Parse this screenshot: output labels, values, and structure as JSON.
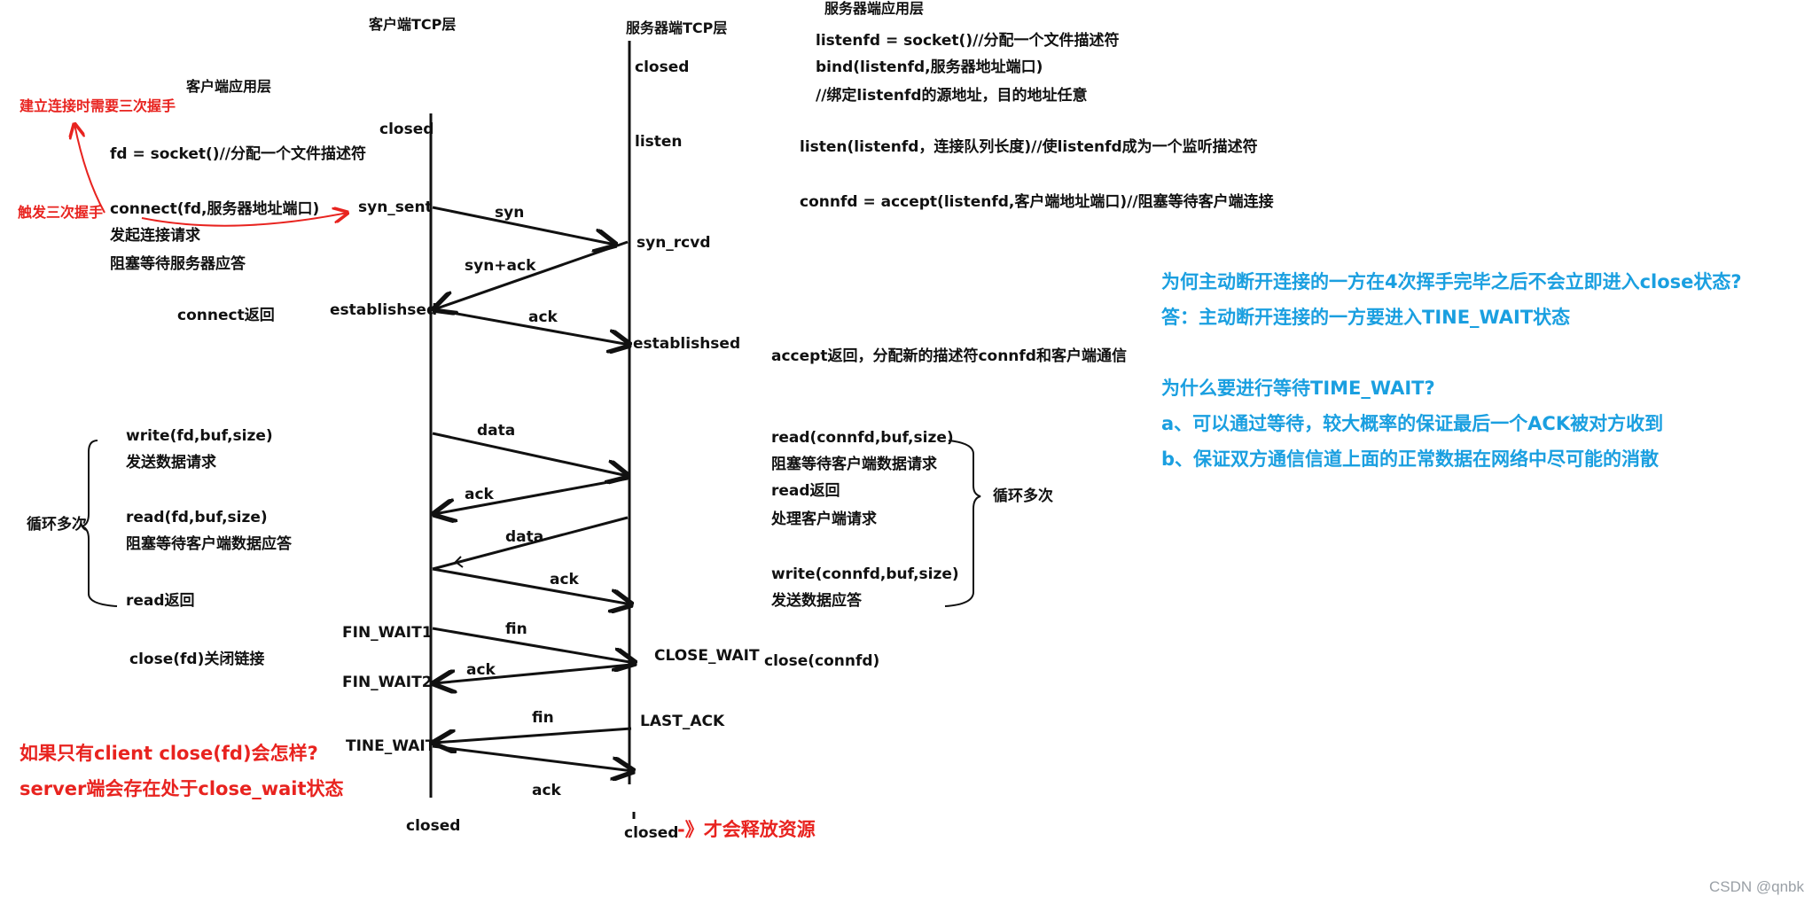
{
  "headers": {
    "client_tcp": "客户端TCP层",
    "server_tcp": "服务器端TCP层",
    "server_app": "服务器端应用层",
    "client_app": "客户端应用层"
  },
  "client_code": {
    "socket": "fd = socket()//分配一个文件描述符",
    "connect": "connect(fd,服务器地址端口)",
    "connect_note1": "发起连接请求",
    "connect_note2": "阻塞等待服务器应答",
    "connect_return": "connect返回",
    "write": "write(fd,buf,size)",
    "write_note": "发送数据请求",
    "read": "read(fd,buf,size)",
    "read_note": "阻塞等待客户端数据应答",
    "read_return": "read返回",
    "loop": "循环多次",
    "close": "close(fd)关闭链接"
  },
  "server_code": {
    "socket": "listenfd = socket()//分配一个文件描述符",
    "bind": "bind(listenfd,服务器地址端口)",
    "bind_note": "//绑定listenfd的源地址，目的地址任意",
    "listen": "listen(listenfd，连接队列长度)//使listenfd成为一个监听描述符",
    "accept": "connfd = accept(listenfd,客户端地址端口)//阻塞等待客户端连接",
    "accept_return": "accept返回，分配新的描述符connfd和客户端通信",
    "read": "read(connfd,buf,size)",
    "read_note": "阻塞等待客户端数据请求",
    "read_return": "read返回",
    "process": "处理客户端请求",
    "write": "write(connfd,buf,size)",
    "write_note": "发送数据应答",
    "loop": "循环多次",
    "close": "close(connfd)"
  },
  "client_states": {
    "closed_top": "closed",
    "syn_sent": "syn_sent",
    "established": "establishsed",
    "fin_wait1": "FIN_WAIT1",
    "fin_wait2": "FIN_WAIT2",
    "time_wait": "TINE_WAIT",
    "closed_bottom": "closed"
  },
  "server_states": {
    "closed_top": "closed",
    "listen": "listen",
    "syn_rcvd": "syn_rcvd",
    "established": "establishsed",
    "close_wait": "CLOSE_WAIT",
    "last_ack": "LAST_ACK",
    "closed_bottom": "closed"
  },
  "messages": {
    "syn": "syn",
    "syn_ack": "syn+ack",
    "ack1": "ack",
    "data1": "data",
    "ack2": "ack",
    "data2": "data",
    "ack3": "ack",
    "fin1": "fin",
    "ack4": "ack",
    "fin2": "fin",
    "ack5": "ack"
  },
  "annotations": {
    "three_way": "建立连接时需要三次握手",
    "trigger": "触发三次握手",
    "question_close": "如果只有client close(fd)会怎样?",
    "answer_close": "server端会存在处于close_wait状态",
    "release": "-》才会释放资源"
  },
  "qa": {
    "q1": "为何主动断开连接的一方在4次挥手完毕之后不会立即进入close状态?",
    "a1": "答：主动断开连接的一方要进入TINE_WAIT状态",
    "q2": "为什么要进行等待TIME_WAIT?",
    "a2a": "a、可以通过等待，较大概率的保证最后一个ACK被对方收到",
    "a2b": "b、保证双方通信信道上面的正常数据在网络中尽可能的消散"
  },
  "watermark": "CSDN @qnbk",
  "colors": {
    "red": "#e8231f",
    "blue": "#1a9fe0",
    "line": "#111111"
  }
}
